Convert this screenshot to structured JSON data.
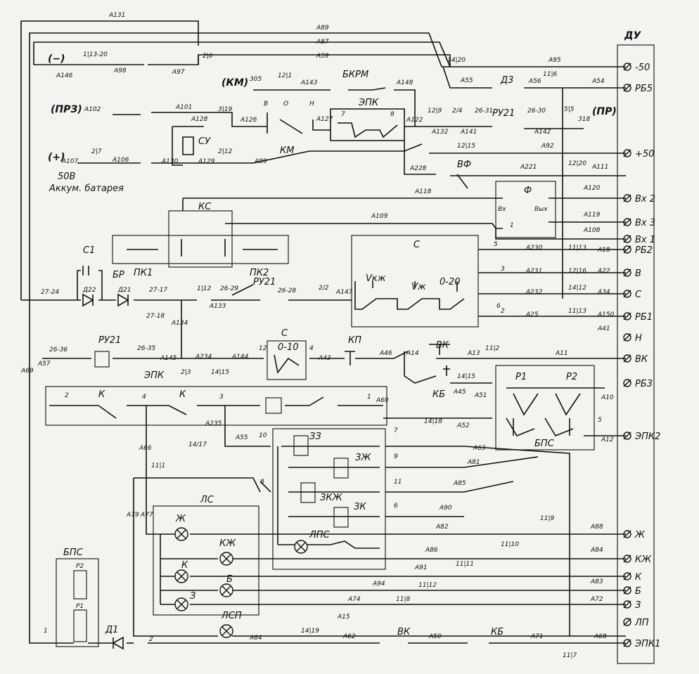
{
  "header": {
    "du_label": "ДУ"
  },
  "terminals": [
    {
      "id": "t-50m",
      "label": "-50"
    },
    {
      "id": "t-rb5",
      "label": "РБ5"
    },
    {
      "id": "t-50p",
      "label": "+50"
    },
    {
      "id": "t-vx2",
      "label": "Вх 2"
    },
    {
      "id": "t-vx3",
      "label": "Вх 3"
    },
    {
      "id": "t-vx1",
      "label": "Вх 1"
    },
    {
      "id": "t-rb2",
      "label": "РБ2"
    },
    {
      "id": "t-v",
      "label": "В"
    },
    {
      "id": "t-s",
      "label": "С"
    },
    {
      "id": "t-rb1",
      "label": "РБ1"
    },
    {
      "id": "t-n",
      "label": "Н"
    },
    {
      "id": "t-vk",
      "label": "ВК"
    },
    {
      "id": "t-rb3",
      "label": "РБ3"
    },
    {
      "id": "t-epk2",
      "label": "ЭПК2"
    },
    {
      "id": "t-zh",
      "label": "Ж"
    },
    {
      "id": "t-kzh",
      "label": "КЖ"
    },
    {
      "id": "t-k",
      "label": "К"
    },
    {
      "id": "t-b",
      "label": "Б"
    },
    {
      "id": "t-z",
      "label": "З"
    },
    {
      "id": "t-lp",
      "label": "ЛП"
    },
    {
      "id": "t-epk1",
      "label": "ЭПК1"
    }
  ],
  "labels": {
    "minus": "(−)",
    "km": "(КМ)",
    "prz": "(ПРЗ)",
    "plus": "(+)",
    "pr": "(ПР)",
    "v50": "50В",
    "battery": "Аккум. батарея",
    "su": "СУ",
    "km_sw": "КМ",
    "b": "В",
    "o": "О",
    "n": "Н",
    "epk_top": "ЭПК",
    "bkrm": "БКРМ",
    "d3": "Д3",
    "ru21a": "РУ21",
    "vf": "ВФ",
    "f": "Ф",
    "vx": "Вх",
    "vyx": "Вых",
    "ks": "КС",
    "pk1": "ПК1",
    "pk2": "ПК2",
    "br": "БР",
    "c1": "С1",
    "d22": "Д22",
    "d21": "Д21",
    "ru21b": "РУ21",
    "s_box": "С",
    "vkzh": "Vкж",
    "vzh": "Vж",
    "v020": "0-20",
    "ru21c": "РУ21",
    "s010": "С",
    "r010": "0-10",
    "kp": "КП",
    "vk": "ВК",
    "kb": "КБ",
    "epk_mid": "ЭПК",
    "k1": "К",
    "k2": "К",
    "r1": "Р1",
    "r2": "Р2",
    "bps_mid": "БПС",
    "ls": "ЛС",
    "zz": "ЗЗ",
    "zzh": "ЗЖ",
    "zkzh": "ЗКЖ",
    "zk": "ЗК",
    "lps": "ЛПС",
    "lamp_zh": "Ж",
    "lamp_kzh": "КЖ",
    "lamp_k": "К",
    "lamp_b": "Б",
    "lamp_z": "З",
    "lamp_lsp": "ЛСП",
    "bps_left": "БПС",
    "p2": "Р2",
    "p1": "Р1",
    "d1": "Д1",
    "vk_bot": "ВК",
    "kb_bot": "КБ"
  },
  "nodes": {
    "n1_13_20": "1|13-20",
    "n2_6": "2|6",
    "n14_20": "14|20",
    "n11_6": "11|6",
    "n12_1": "12|1",
    "n305": "305",
    "n3_19": "3|19",
    "n2_12": "2|12",
    "n2_7": "2|7",
    "n12_9": "12|9",
    "n2_4": "2/4",
    "n26_31": "26-31",
    "n26_30": "26-30",
    "n5_5": "5|5",
    "n318": "318",
    "n12_15": "12|15",
    "n12_20": "12|20",
    "n27_24": "27-24",
    "n27_17": "27-17",
    "n1_12": "1|12",
    "n26_29": "26-29",
    "n26_28": "26-28",
    "n2_2": "2/2",
    "n27_18": "27-18",
    "n11_13a": "11|13",
    "n12_16": "12|16",
    "n14_12": "14|12",
    "n11_13b": "11|13",
    "n26_36": "26-36",
    "n26_35": "26-35",
    "n2_3": "2|3",
    "n14_15a": "14|15",
    "n11_2": "11|2",
    "n14_15b": "14|15",
    "n14_17": "14/17",
    "n14_18": "14|18",
    "n11_1": "11|1",
    "n11_9": "11|9",
    "n11_10": "11|10",
    "n11_11": "11|11",
    "n11_12": "11|12",
    "n11_8": "11|8",
    "n14_19": "14|19",
    "n11_7": "11|7",
    "n12": "12",
    "n4": "4",
    "n2": "2",
    "n7": "7",
    "n8": "8",
    "n1": "1",
    "n3": "3",
    "n5": "5",
    "n6": "6",
    "n10": "10",
    "n9": "9",
    "n11": "11",
    "n2b": "2",
    "n3b": "3",
    "n4b": "4",
    "n1b": "1",
    "n7b": "7",
    "n6b": "6",
    "n5b": "5",
    "n8b": "8",
    "n1c": "1",
    "n2c": "2"
  },
  "wires": {
    "a131": "А131",
    "a89": "А89",
    "a87": "А87",
    "a59": "А59",
    "a146": "А146",
    "a98": "А98",
    "a97": "А97",
    "a95": "А95",
    "a55": "А55",
    "a56": "А56",
    "a54": "А54",
    "a143": "А143",
    "a148": "А148",
    "a102": "А102",
    "a101": "А101",
    "a128": "А128",
    "a126": "А126",
    "a127": "А127",
    "a122": "А122",
    "a132": "А132",
    "a141": "А141",
    "a142": "А142",
    "a107": "А107",
    "a106": "А106",
    "a130": "А130",
    "a129": "А129",
    "a99": "А99",
    "a92": "А92",
    "a228": "А228",
    "a221": "А221",
    "a111": "А111",
    "a118": "А118",
    "a120": "А120",
    "a109": "А109",
    "a119": "А119",
    "a108": "А108",
    "a230": "А230",
    "a18": "А18",
    "a231": "А231",
    "a22": "А22",
    "a232": "А232",
    "a34": "А34",
    "a25": "А25",
    "a150": "А150",
    "a133": "А133",
    "a134": "А134",
    "a147": "А147",
    "a41": "А41",
    "a145": "А145",
    "a234": "А234",
    "a144": "А144",
    "a43": "А43",
    "a46": "А46",
    "a14": "А14",
    "a13": "А13",
    "a11": "А11",
    "a45": "А45",
    "a51": "А51",
    "a60": "А60",
    "a52": "А52",
    "a63": "А63",
    "a81": "А81",
    "a85": "А85",
    "a90": "А90",
    "a82": "А82",
    "a86": "А86",
    "a91": "А91",
    "a94": "А94",
    "a74": "А74",
    "a15": "А15",
    "a64": "А64",
    "a62": "А62",
    "a50": "А50",
    "a71": "А71",
    "a68": "А68",
    "a88": "А88",
    "a84": "А84",
    "a83": "А83",
    "a72": "А72",
    "a66": "А66",
    "a77": "А77",
    "a79": "А79",
    "a69": "А69",
    "a57": "А57",
    "a235": "А235",
    "a10": "А10",
    "a12": "А12",
    "a55b": "А55"
  }
}
